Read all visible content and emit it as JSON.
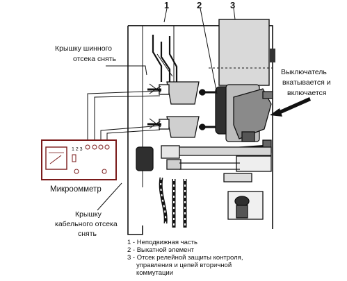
{
  "numbers": {
    "n1": "1",
    "n2": "2",
    "n3": "3"
  },
  "labels": {
    "bus_cover": [
      "Крышку шинного",
      "отсека снять"
    ],
    "breaker": [
      "Выключатель",
      "вкатывается и",
      "включается"
    ],
    "meter": "Микроомметр",
    "cable_cover": [
      "Крышку",
      "кабельного отсека",
      "снять"
    ]
  },
  "meter_face": {
    "digits": "1 2 3"
  },
  "legend": [
    "1 -   Неподвижная часть",
    "2 - Выкатной элемент",
    "3 - Отсек релейной защиты контроля,",
    "управления и цепей вторичной",
    "коммутации"
  ]
}
